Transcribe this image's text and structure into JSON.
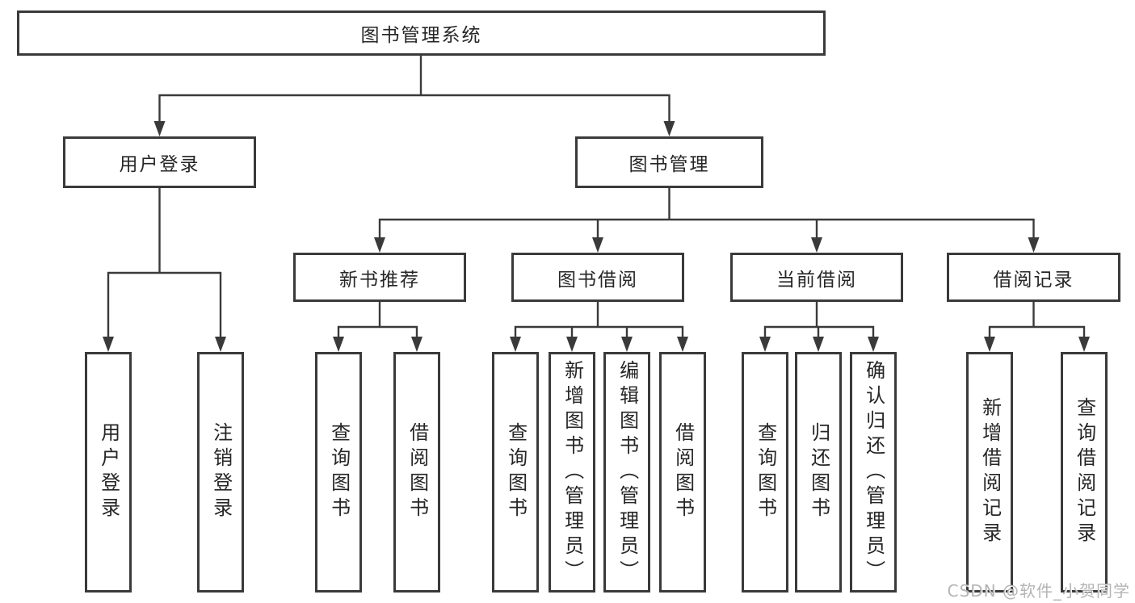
{
  "diagram": {
    "type": "tree",
    "root": {
      "label": "图书管理系统"
    },
    "branches": [
      {
        "label": "用户登录",
        "children": [
          {
            "label": "用户登录"
          },
          {
            "label": "注销登录"
          }
        ]
      },
      {
        "label": "图书管理",
        "children": [
          {
            "label": "新书推荐",
            "children": [
              {
                "label": "查询图书"
              },
              {
                "label": "借阅图书"
              }
            ]
          },
          {
            "label": "图书借阅",
            "children": [
              {
                "label": "查询图书"
              },
              {
                "label": "新增图书（管理员）"
              },
              {
                "label": "编辑图书（管理员）"
              },
              {
                "label": "借阅图书"
              }
            ]
          },
          {
            "label": "当前借阅",
            "children": [
              {
                "label": "查询图书"
              },
              {
                "label": "归还图书"
              },
              {
                "label": "确认归还（管理员）"
              }
            ]
          },
          {
            "label": "借阅记录",
            "children": [
              {
                "label": "新增借阅记录"
              },
              {
                "label": "查询借阅记录"
              }
            ]
          }
        ]
      }
    ]
  },
  "watermark": {
    "text": "CSDN @软件_小贺同学"
  },
  "colors": {
    "line": "#3a3a3a",
    "box_border": "#3a3a3a",
    "text": "#262626",
    "background": "#ffffff",
    "watermark": "#b4b4b4"
  }
}
